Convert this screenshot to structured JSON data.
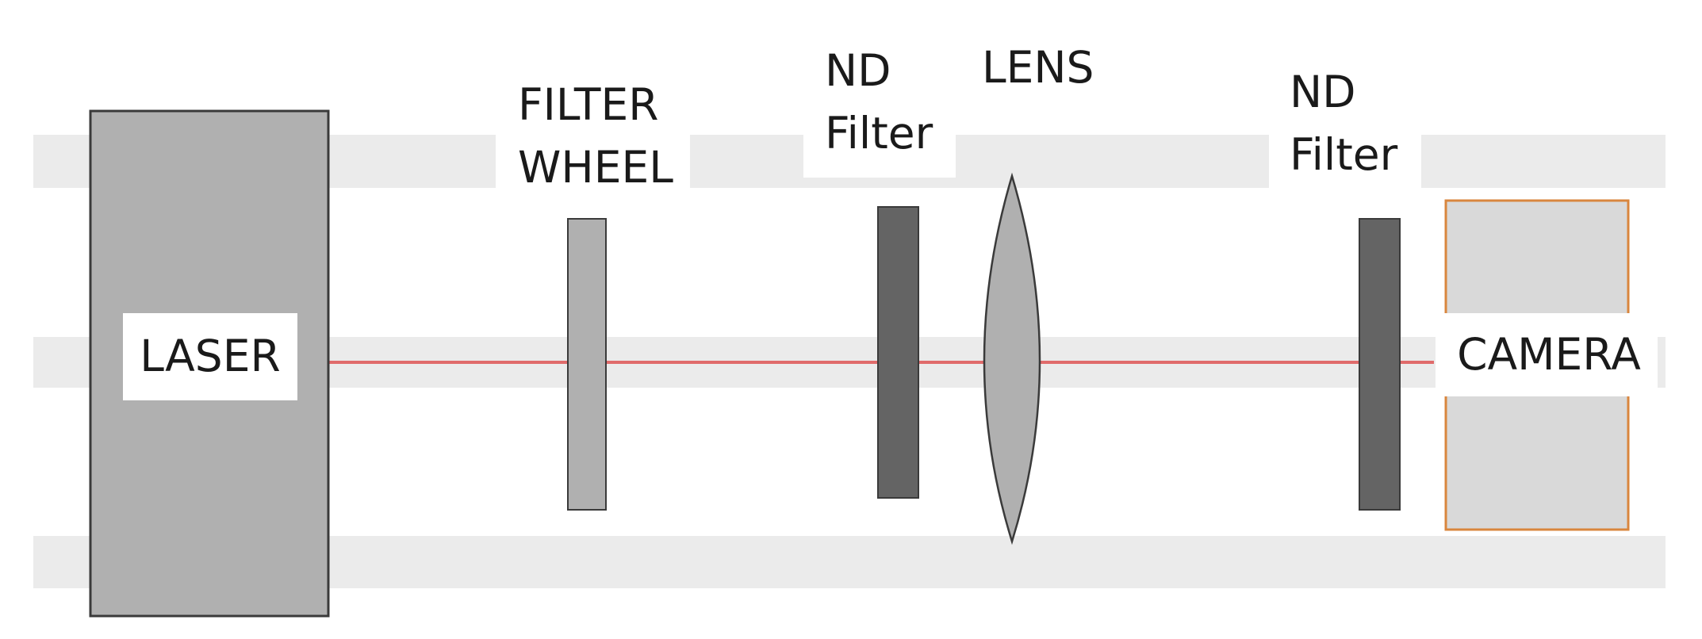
{
  "labels": {
    "laser": "LASER",
    "filter_wheel_line1": "FILTER",
    "filter_wheel_line2": "WHEEL",
    "nd_filter_1_line1": "ND",
    "nd_filter_1_line2": "Filter",
    "lens": "LENS",
    "nd_filter_2_line1": "ND",
    "nd_filter_2_line2": "Filter",
    "camera": "CAMERA"
  },
  "colors": {
    "rail": "#ebebeb",
    "laser_body": "#b0b0b0",
    "filter_wheel": "#b0b0b0",
    "nd_filter": "#646464",
    "lens": "#b0b0b0",
    "camera_body": "#d9d9d9",
    "camera_border": "#d9863e",
    "beam": "#e06b6b",
    "outline": "#3a3a3a"
  }
}
